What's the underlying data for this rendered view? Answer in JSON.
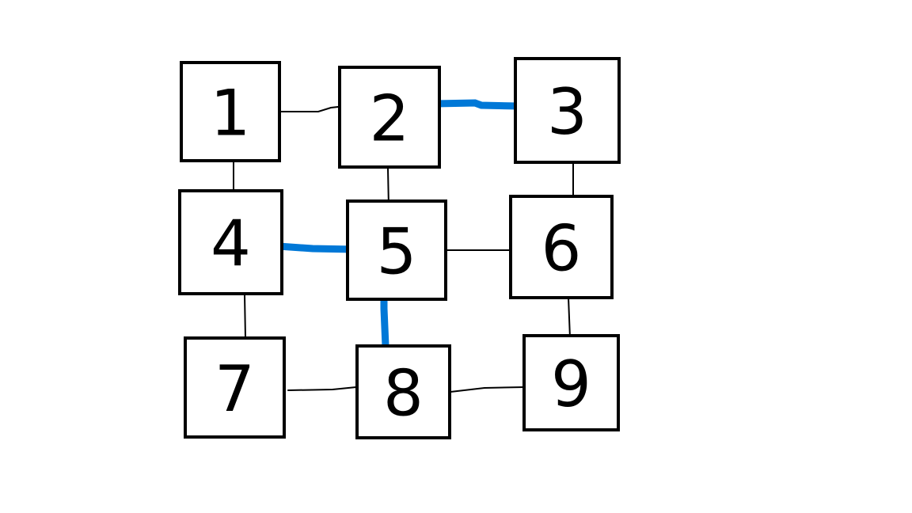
{
  "diagram": {
    "nodes": [
      {
        "id": "1",
        "label": "1"
      },
      {
        "id": "2",
        "label": "2"
      },
      {
        "id": "3",
        "label": "3"
      },
      {
        "id": "4",
        "label": "4"
      },
      {
        "id": "5",
        "label": "5"
      },
      {
        "id": "6",
        "label": "6"
      },
      {
        "id": "7",
        "label": "7"
      },
      {
        "id": "8",
        "label": "8"
      },
      {
        "id": "9",
        "label": "9"
      }
    ],
    "edges": [
      {
        "from": "1",
        "to": "2",
        "highlighted": false
      },
      {
        "from": "2",
        "to": "3",
        "highlighted": true
      },
      {
        "from": "1",
        "to": "4",
        "highlighted": false
      },
      {
        "from": "2",
        "to": "5",
        "highlighted": false
      },
      {
        "from": "3",
        "to": "6",
        "highlighted": false
      },
      {
        "from": "4",
        "to": "5",
        "highlighted": true
      },
      {
        "from": "5",
        "to": "6",
        "highlighted": false
      },
      {
        "from": "4",
        "to": "7",
        "highlighted": false
      },
      {
        "from": "5",
        "to": "8",
        "highlighted": true
      },
      {
        "from": "6",
        "to": "9",
        "highlighted": false
      },
      {
        "from": "7",
        "to": "8",
        "highlighted": false
      },
      {
        "from": "8",
        "to": "9",
        "highlighted": false
      }
    ],
    "colors": {
      "box_stroke": "#000000",
      "edge": "#000000",
      "highlight_edge": "#0078d7",
      "background": "#ffffff"
    }
  }
}
